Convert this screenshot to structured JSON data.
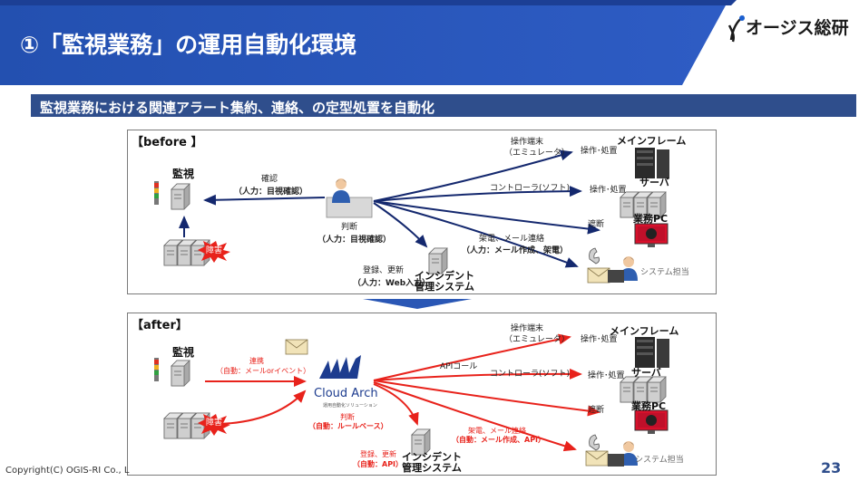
{
  "header": {
    "title": "①「監視業務」の運用自動化環境",
    "logo_text": "オージス総研"
  },
  "subheading": "監視業務における関連アラート集約、連絡、の定型処置を自動化",
  "before": {
    "label": "【before 】",
    "monitor": "監視",
    "confirm": "確認",
    "confirm_sub": "（人力：目視確認）",
    "judge": "判断",
    "judge_sub": "（人力：目視確認）",
    "fault": "障害",
    "terminal": "操作端末",
    "terminal_sub": "（エミュレータ）",
    "op1": "操作･処置",
    "mainframe": "メインフレーム",
    "controller": "コントローラ(ソフト)",
    "op2": "操作･処置",
    "server": "サーバ",
    "cutoff": "遮断",
    "business_pc": "業務PC",
    "contact": "架電、メール連絡",
    "contact_sub": "（人力：メール作成、架電）",
    "register": "登録、更新",
    "register_sub": "（人力：Web入力）",
    "incident1": "インシデント",
    "incident2": "管理システム",
    "staff": "システム担当"
  },
  "after": {
    "label": "【after】",
    "monitor": "監視",
    "link": "連携",
    "link_sub": "（自動：メールorイベント）",
    "cloud_arch": "Cloud Arch",
    "cloud_arch_sub": "運用自動化ソリューション",
    "judge": "判断",
    "judge_sub": "（自動：ルールベース）",
    "fault": "障害",
    "api_call": "APIコール",
    "terminal": "操作端末",
    "terminal_sub": "（エミュレータ）",
    "op1": "操作･処置",
    "mainframe": "メインフレーム",
    "controller": "コントローラ(ソフト)",
    "op2": "操作･処置",
    "server": "サーバ",
    "cutoff": "遮断",
    "business_pc": "業務PC",
    "contact": "架電、メール連絡",
    "contact_sub": "（自動：メール作成、API）",
    "register": "登録、更新",
    "register_sub": "（自動：API）",
    "incident1": "インシデント",
    "incident2": "管理システム",
    "staff": "システム担当"
  },
  "footer": {
    "copyright": "Copyright(C)  OGIS-RI Co., L",
    "page": "23"
  },
  "colors": {
    "header_blue": "#2c54b8",
    "navy": "#1f3a7a",
    "arrow_blue": "#14286e",
    "arrow_red": "#e8221b"
  }
}
